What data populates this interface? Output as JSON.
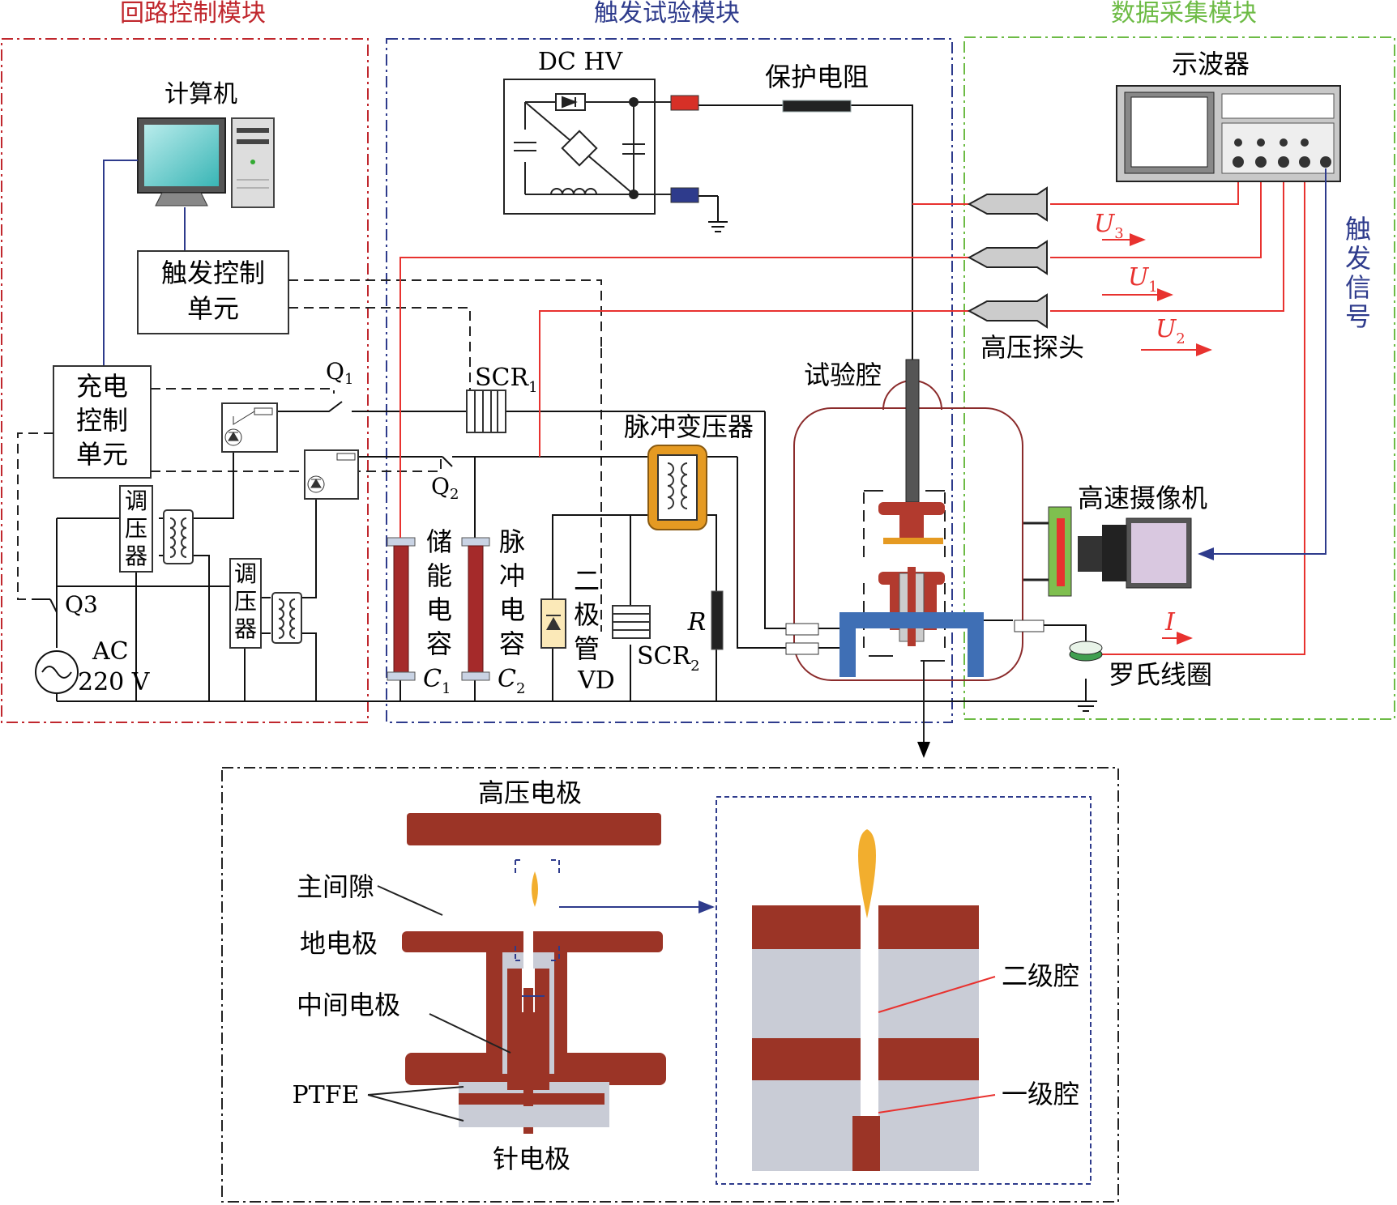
{
  "modules": {
    "loop_control": "回路控制模块",
    "trigger_test": "触发试验模块",
    "data_acq": "数据采集模块"
  },
  "labels": {
    "computer": "计算机",
    "trigger_ctrl_1": "触发控制",
    "trigger_ctrl_2": "单元",
    "charge_ctrl_1": "充电",
    "charge_ctrl_2": "控制",
    "charge_ctrl_3": "单元",
    "regulator_chars": [
      "调",
      "压",
      "器"
    ],
    "q1": "Q",
    "q1_sub": "1",
    "q2": "Q",
    "q2_sub": "2",
    "q3": "Q3",
    "ac": "AC",
    "ac_v": "220 V",
    "dc_hv": "DC  HV",
    "protect_res": "保护电阻",
    "scr1": "SCR",
    "scr1_sub": "1",
    "pulse_transformer": "脉冲变压器",
    "storage_cap_chars": [
      "储",
      "能",
      "电",
      "容"
    ],
    "pulse_cap_chars": [
      "脉",
      "冲",
      "电",
      "容"
    ],
    "c1": "C",
    "c1_sub": "1",
    "c2": "C",
    "c2_sub": "2",
    "diode_chars": [
      "二",
      "极",
      "管"
    ],
    "vd": "VD",
    "scr2": "SCR",
    "scr2_sub": "2",
    "r": "R",
    "test_chamber": "试验腔",
    "oscilloscope": "示波器",
    "hv_probe": "高压探头",
    "u3": "U",
    "u3_sub": "3",
    "u1": "U",
    "u1_sub": "1",
    "u2": "U",
    "u2_sub": "2",
    "i": "I",
    "trigger_signal_chars": [
      "触",
      "发",
      "信",
      "号"
    ],
    "hs_camera": "高速摄像机",
    "rogowski": "罗氏线圈",
    "hv_electrode": "高压电极",
    "main_gap": "主间隙",
    "ground_electrode": "地电极",
    "middle_electrode": "中间电极",
    "ptfe": "PTFE",
    "needle_electrode": "针电极",
    "secondary_cavity": "二级腔",
    "primary_cavity": "一级腔"
  },
  "colors": {
    "loop_border": "#c0272d",
    "trigger_border": "#2e3b8c",
    "data_border": "#6dbb45",
    "signal_red": "#e8322f",
    "signal_blue": "#2e3b8c",
    "electrode": "#9b3426",
    "ptfe_gray": "#c9ccd6",
    "flame": "#f2ae2e",
    "capacitor": "#a52a2a",
    "insulator_blue": "#3f6fb5"
  }
}
